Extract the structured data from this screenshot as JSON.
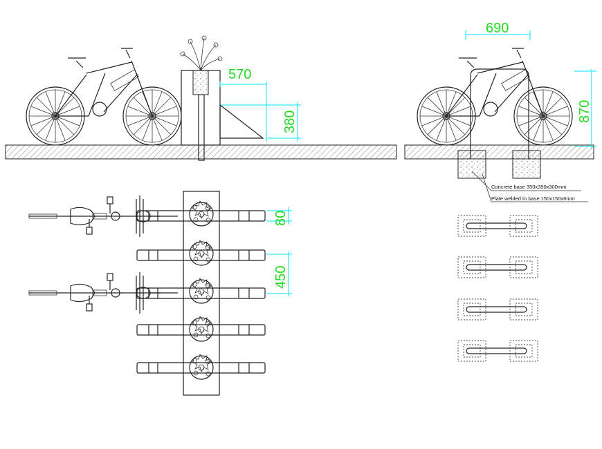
{
  "dimensions": {
    "planter_offset": "570",
    "rack_height": "380",
    "post_spacing": "690",
    "rack_post_height": "870",
    "tube_width": "80",
    "rack_spacing": "450"
  },
  "notes": {
    "concrete_base": "Concrete base 350x350x300mm",
    "plate": "Plate welded to base 150x150x6mm"
  },
  "colors": {
    "dimension_line": "#00e5ff",
    "dimension_text": "#22dd22",
    "drawing": "#222222"
  }
}
